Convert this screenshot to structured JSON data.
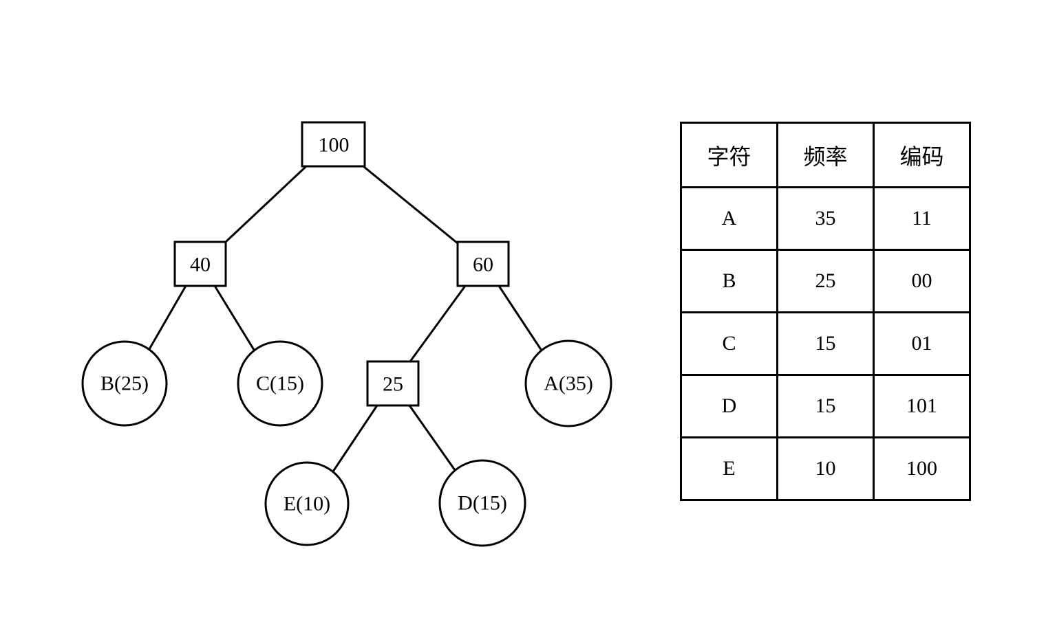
{
  "tree": {
    "internal_nodes": [
      {
        "id": "root",
        "label": "100"
      },
      {
        "id": "n40",
        "label": "40"
      },
      {
        "id": "n60",
        "label": "60"
      },
      {
        "id": "n25",
        "label": "25"
      }
    ],
    "leaf_nodes": [
      {
        "id": "B",
        "label": "B(25)"
      },
      {
        "id": "C",
        "label": "C(15)"
      },
      {
        "id": "A",
        "label": "A(35)"
      },
      {
        "id": "E",
        "label": "E(10)"
      },
      {
        "id": "D",
        "label": "D(15)"
      }
    ],
    "edges": [
      [
        "root",
        "n40"
      ],
      [
        "root",
        "n60"
      ],
      [
        "n40",
        "B"
      ],
      [
        "n40",
        "C"
      ],
      [
        "n60",
        "n25"
      ],
      [
        "n60",
        "A"
      ],
      [
        "n25",
        "E"
      ],
      [
        "n25",
        "D"
      ]
    ]
  },
  "table": {
    "headers": [
      "字符",
      "频率",
      "编码"
    ],
    "rows": [
      [
        "A",
        "35",
        "11"
      ],
      [
        "B",
        "25",
        "00"
      ],
      [
        "C",
        "15",
        "01"
      ],
      [
        "D",
        "15",
        "101"
      ],
      [
        "E",
        "10",
        "100"
      ]
    ]
  }
}
